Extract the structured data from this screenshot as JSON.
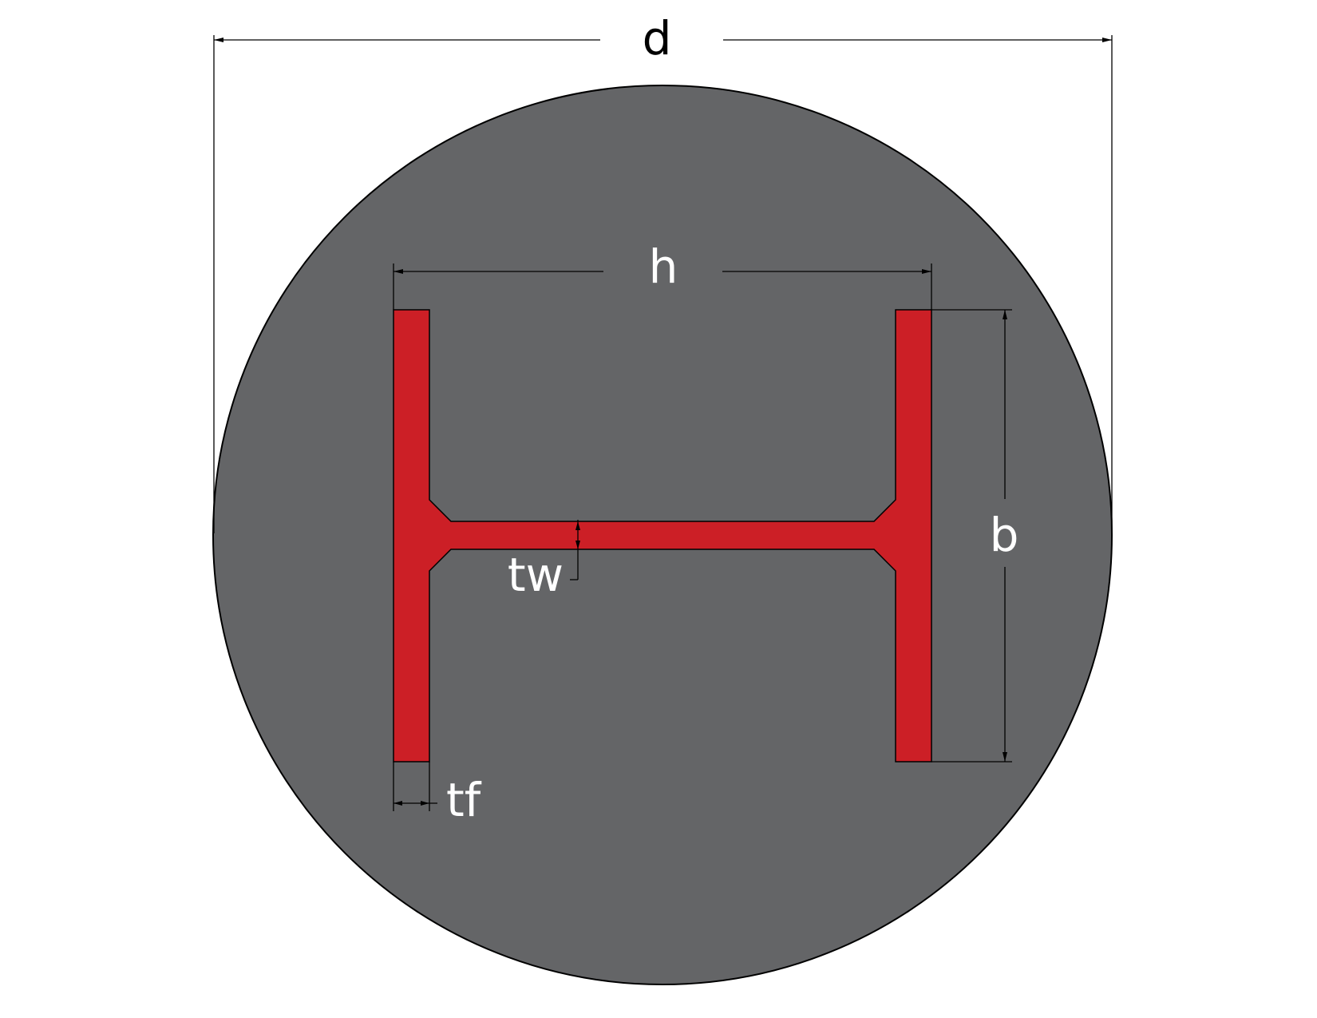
{
  "diagram": {
    "colors": {
      "background": "#ffffff",
      "encasement": "#646567",
      "steel_section": "#cc1f26",
      "outline": "#000000",
      "dimension_lines": "#000000"
    },
    "labels": {
      "d": "d",
      "h": "h",
      "b": "b",
      "tw": "tw",
      "tf": "tf"
    }
  }
}
